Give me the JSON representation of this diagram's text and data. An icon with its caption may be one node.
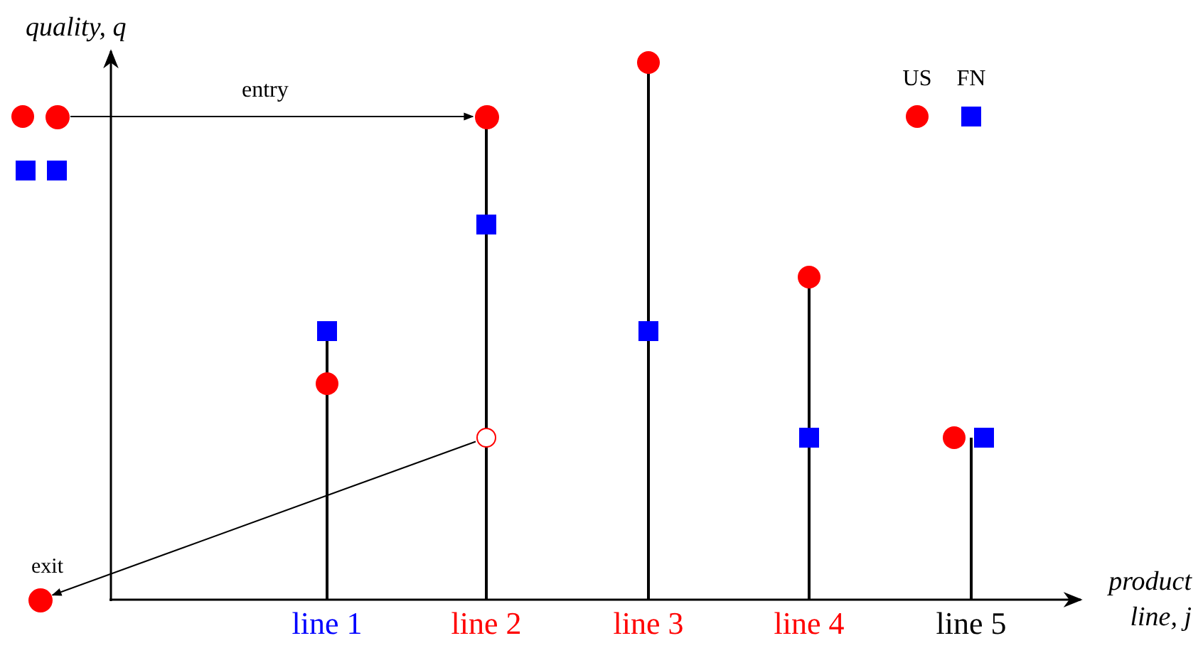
{
  "diagram": {
    "nodes": [
      {
        "text": [],
        "shape": "circle"
      },
      {
        "text": [],
        "shape": "circle"
      },
      {
        "text": [],
        "shape": "circle"
      },
      {
        "text": [],
        "shape": "circle",
        "beside": [
          "exit"
        ]
      }
    ],
    "edges": [
      {
        "from": 0,
        "to": 1,
        "arrow": "to",
        "label": "entry"
      },
      {
        "from": 2,
        "to": 3,
        "arrow": "to"
      }
    ],
    "labels": [
      "quality, q",
      "product line, j",
      "line 1",
      "line 2",
      "line 3",
      "line 4",
      "line 5"
    ],
    "legend": [
      {
        "text": "US"
      },
      {
        "text": "FN"
      }
    ]
  }
}
